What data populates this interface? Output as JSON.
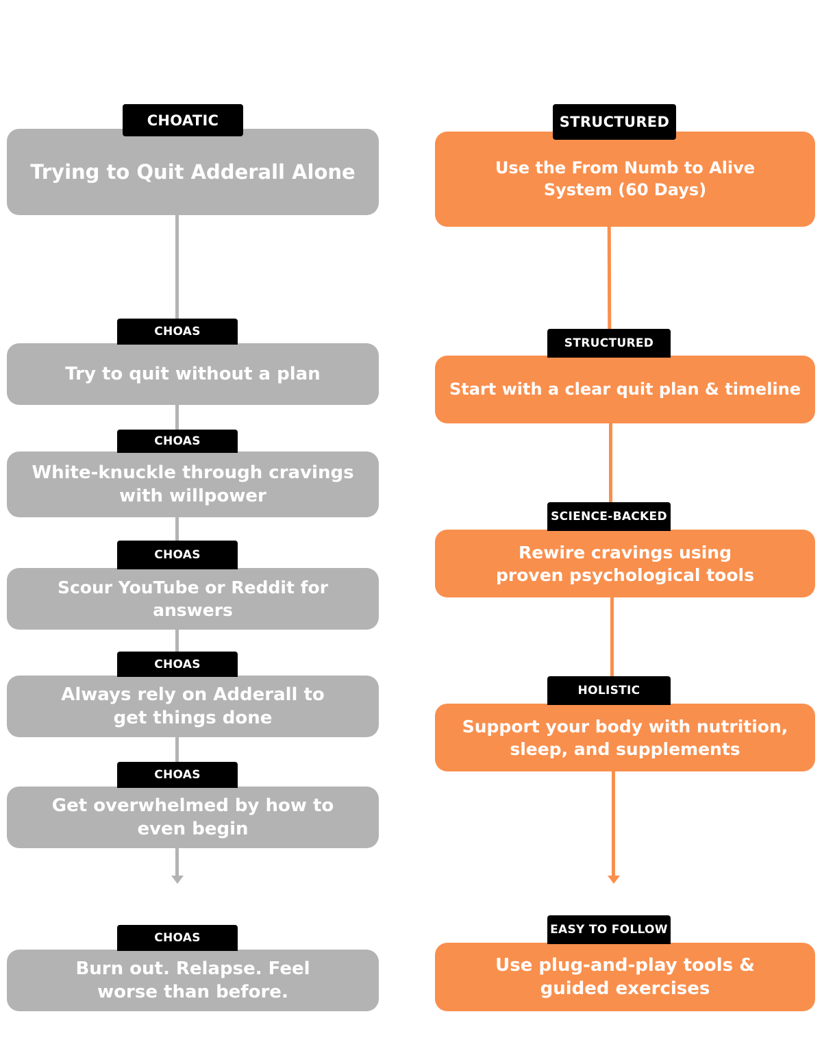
{
  "left_column": {
    "header_tag": "CHOATIC",
    "header_title": "Trying to Quit Adderall Alone",
    "steps": [
      {
        "tag": "CHOAS",
        "text": "Try to quit without a plan"
      },
      {
        "tag": "CHOAS",
        "text": "White-knuckle through cravings with willpower"
      },
      {
        "tag": "CHOAS",
        "text": "Scour YouTube or Reddit for answers"
      },
      {
        "tag": "CHOAS",
        "text": "Always rely on Adderall to get things done"
      },
      {
        "tag": "CHOAS",
        "text": "Get overwhelmed by how to even begin"
      },
      {
        "tag": "CHOAS",
        "text": "Burn out. Relapse. Feel worse than before."
      }
    ]
  },
  "right_column": {
    "header_tag": "STRUCTURED",
    "header_title": "Use the From Numb to Alive System (60 Days)",
    "steps": [
      {
        "tag": "STRUCTURED",
        "text": "Start with a clear quit plan & timeline"
      },
      {
        "tag": "SCIENCE-BACKED",
        "text": "Rewire cravings using proven psychological tools"
      },
      {
        "tag": "HOLISTIC",
        "text": "Support your body with nutrition, sleep, and supplements"
      },
      {
        "tag": "EASY TO FOLLOW",
        "text": "Use plug-and-play tools & guided exercises"
      }
    ]
  },
  "colors": {
    "gray": "#b3b3b3",
    "orange": "#f98f4d",
    "tag_bg": "#000000",
    "text": "#ffffff"
  }
}
